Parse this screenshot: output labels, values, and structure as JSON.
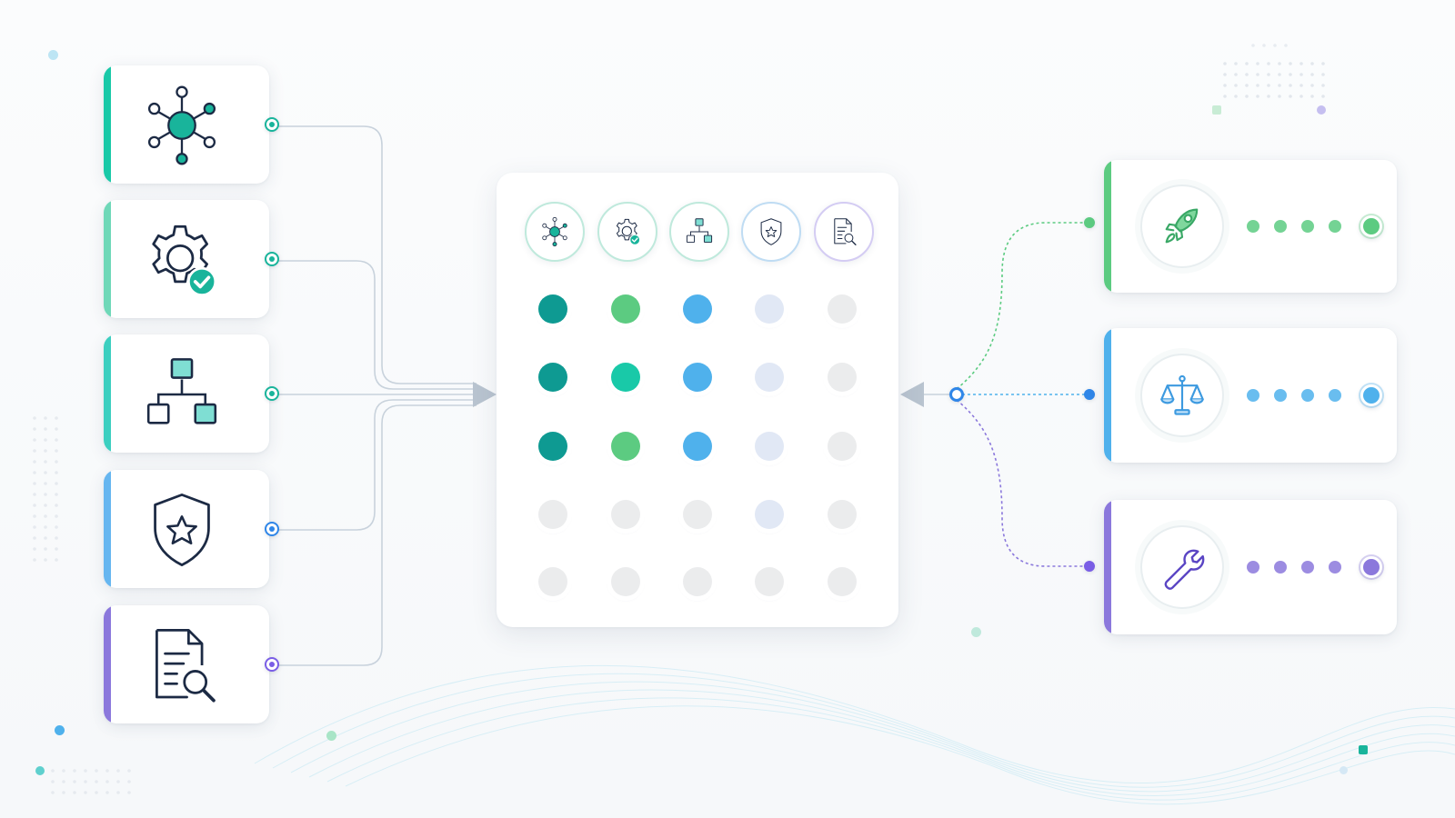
{
  "colors": {
    "teal": "#19c9a8",
    "teal_dark": "#0e9a92",
    "green": "#5ccb81",
    "blue": "#4fb1ec",
    "blue_port": "#2f86e8",
    "purple": "#8b78dc",
    "pale_blue": "#e1e8f5",
    "grey": "#ebeced",
    "line": "#c8d2dc"
  },
  "sources": [
    {
      "icon": "network-hub-icon",
      "accent": "#19c9a8",
      "port": "#19b49b"
    },
    {
      "icon": "gear-check-icon",
      "accent": "#6fd8b8",
      "port": "#19b49b"
    },
    {
      "icon": "org-hierarchy-icon",
      "accent": "#3ccfc0",
      "port": "#19b49b"
    },
    {
      "icon": "shield-star-icon",
      "accent": "#66b6f0",
      "port": "#2f86e8"
    },
    {
      "icon": "document-search-icon",
      "accent": "#8b78dc",
      "port": "#7a5ee6"
    }
  ],
  "matrix": {
    "columns": [
      "network-hub-icon",
      "gear-check-icon",
      "org-hierarchy-icon",
      "shield-star-icon",
      "document-search-icon"
    ],
    "rows": [
      [
        "teal_dark",
        "green",
        "blue",
        "pale_blue",
        "grey"
      ],
      [
        "teal_dark",
        "teal",
        "blue",
        "pale_blue",
        "grey"
      ],
      [
        "teal_dark",
        "green",
        "blue",
        "pale_blue",
        "grey"
      ],
      [
        "grey",
        "grey",
        "grey",
        "pale_blue",
        "grey"
      ],
      [
        "grey",
        "grey",
        "grey",
        "grey",
        "grey"
      ]
    ]
  },
  "outputs": [
    {
      "icon": "rocket-icon",
      "color": "#5ccb81",
      "progress_steps": 5
    },
    {
      "icon": "balance-scale-icon",
      "color": "#4fb1ec",
      "progress_steps": 5
    },
    {
      "icon": "wrench-icon",
      "color": "#8b78dc",
      "progress_steps": 5
    }
  ]
}
